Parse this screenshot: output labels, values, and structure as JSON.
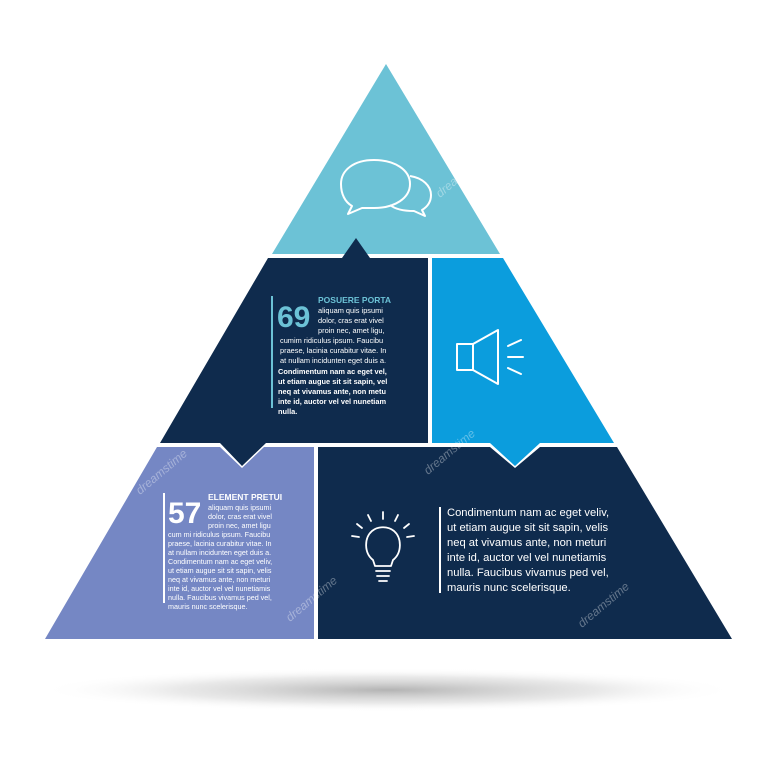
{
  "colors": {
    "top": "#6cc2d6",
    "mid_left": "#0f2b4d",
    "mid_right": "#0b9ddd",
    "bottom_left": "#7587c4",
    "bottom_right": "#0f2b4d",
    "number": "#6cc2d6",
    "white": "#ffffff"
  },
  "icons": {
    "top": "speech-bubbles-icon",
    "mid_right": "speaker-icon",
    "bottom_right": "light-bulb-icon"
  },
  "block_69": {
    "number": "69",
    "heading": "POSUERE PORTA",
    "body_lines": [
      "aliquam quis ipsumi",
      "dolor, cras erat vivel",
      "proin nec, amet ligu,",
      "cumim ridiculus ipsum. Faucibu",
      "praese, lacinia curabitur vitae. In",
      "at nullam incidunten eget duis a."
    ],
    "bold_lines": [
      "Condimentum nam ac eget vel,",
      "ut etiam augue sit sit sapin, vel",
      "neq at vivamus ante, non metu",
      "inte id, auctor vel vel nunetiam",
      "nulla."
    ]
  },
  "block_57": {
    "number": "57",
    "heading": "ELEMENT PRETUI",
    "body_lines": [
      "aliquam quis ipsumi",
      "dolor, cras erat vivel",
      "proin nec, amet ligu",
      "cum mi ridiculus ipsum. Faucibu",
      "praese, lacinia curabitur vitae. In",
      "at nullam incidunten eget duis a.",
      "Condimentum nam ac eget veliv,",
      "ut etiam augue sit sit sapin, velis",
      "neq at vivamus ante, non meturi",
      "inte id, auctor vel vel nunetiamis",
      "nulla. Faucibus vivamus ped vel,",
      "mauris nunc scelerisque."
    ]
  },
  "block_right": {
    "lines": [
      "Condimentum nam ac eget veliv,",
      "ut etiam augue sit sit sapin, velis",
      "neq at vivamus ante, non meturi",
      "inte id, auctor vel vel nunetiamis",
      "nulla. Faucibus vivamus ped vel,",
      "mauris nunc scelerisque."
    ]
  },
  "watermark": "dreamstime"
}
